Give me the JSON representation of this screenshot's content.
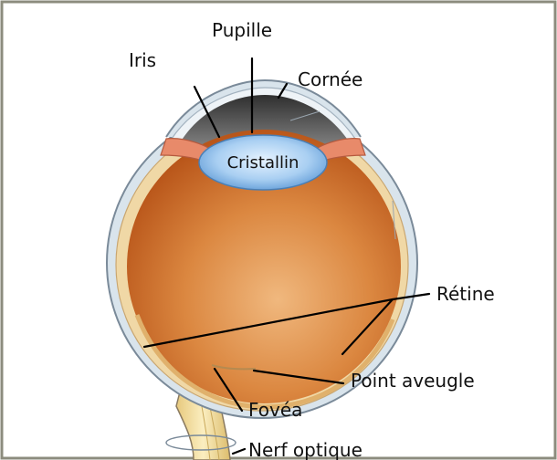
{
  "labels": {
    "pupille": "Pupille",
    "iris": "Iris",
    "cornee": "Cornée",
    "cristallin": "Cristallin",
    "retine": "Rétine",
    "point_aveugle": "Point aveugle",
    "fovea": "Fovéa",
    "nerf_optique": "Nerf optique"
  },
  "colors": {
    "frame": "#8c8c7e",
    "vitreous": "#c8621d",
    "vitreous_highlight": "#f0b87e",
    "anterior_chamber": "#5e5e5e",
    "lens": "#9cc7ef",
    "sclera": "#d9e4ec",
    "sclera_outline": "#7a8a99",
    "choroid": "#f0d8a6",
    "iris": "#e88a6a",
    "nerve": "#f2dc9a"
  }
}
